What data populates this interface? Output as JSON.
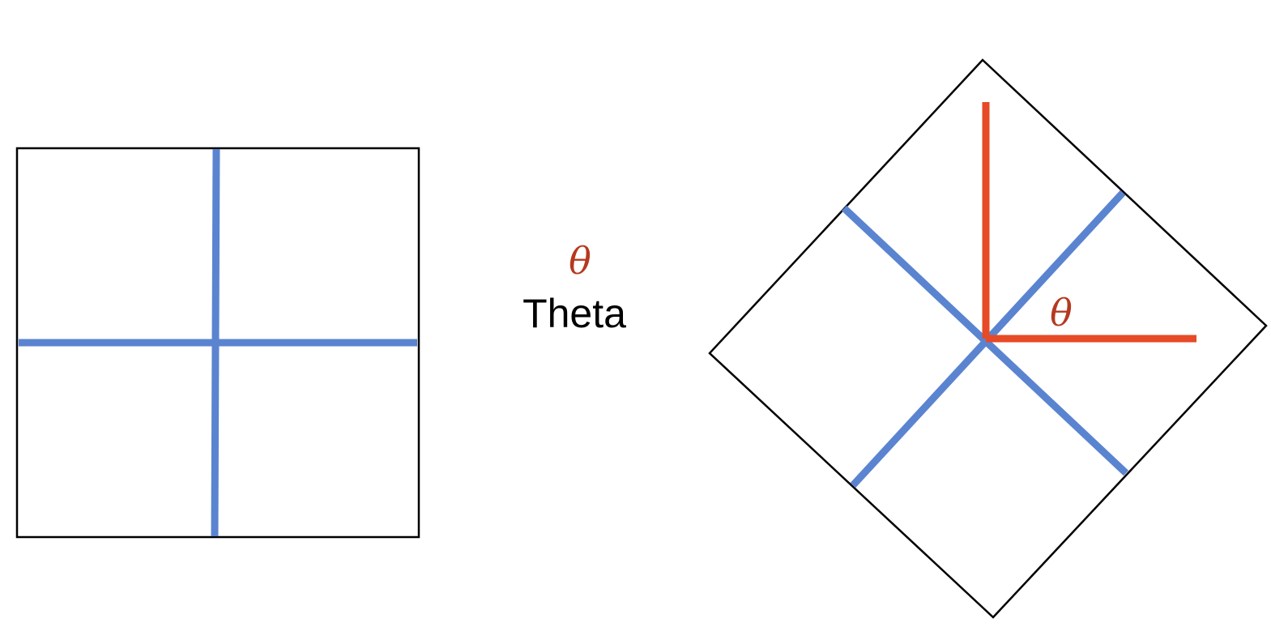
{
  "legend": {
    "symbol": "θ",
    "caption": "Theta"
  },
  "rotated_figure": {
    "angle_label": "θ"
  },
  "colors": {
    "axis_blue": "#5a84d0",
    "axis_red": "#e64a26",
    "theta_text": "#b5391f",
    "outline": "#000000",
    "caption_text": "#000000"
  }
}
